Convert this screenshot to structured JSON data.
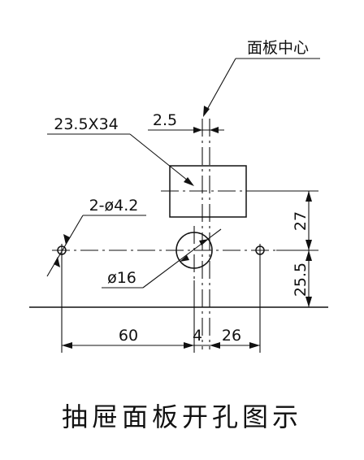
{
  "diagram": {
    "labels": {
      "panel_center": "面板中心",
      "rect_size": "23.5X34",
      "offset": "2.5",
      "small_holes": "2-ø4.2",
      "big_hole": "ø16",
      "dim_27": "27",
      "dim_25_5": "25.5",
      "dim_60": "60",
      "dim_4": "4",
      "dim_26": "26"
    },
    "caption": "抽屉面板开孔图示"
  }
}
